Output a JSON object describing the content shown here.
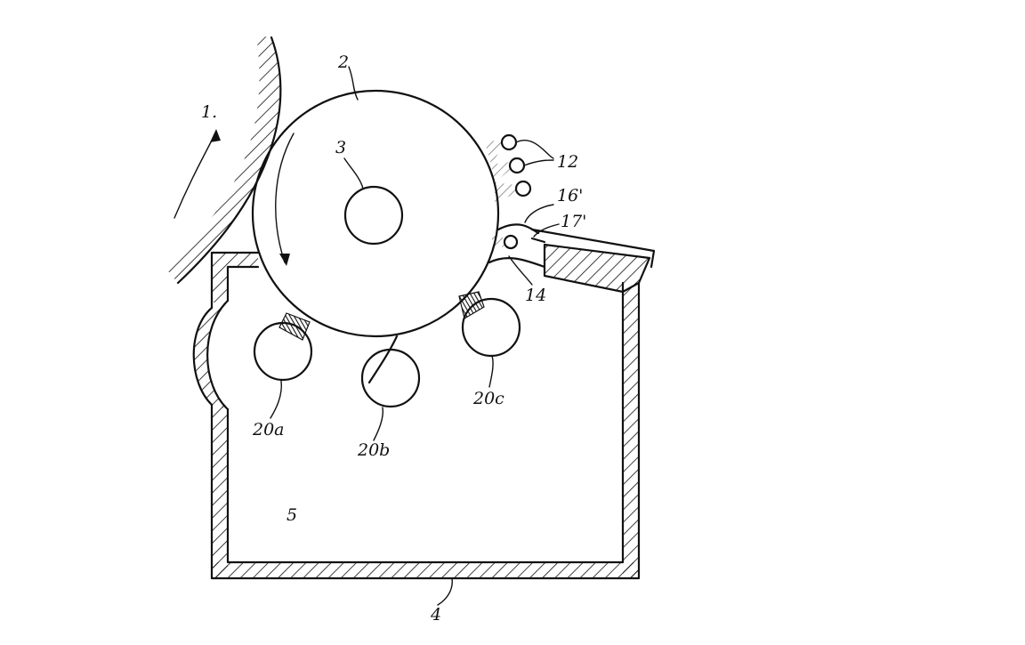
{
  "labels": {
    "roller_1": "1.",
    "drum_2": "2",
    "shaft_3": "3",
    "housing_4": "4",
    "chamber_5": "5",
    "nozzles_12": "12",
    "blade_14": "14",
    "bracket_16": "16'",
    "nozzle_17": "17'",
    "roller_20a": "20a",
    "roller_20b": "20b",
    "roller_20c": "20c"
  }
}
